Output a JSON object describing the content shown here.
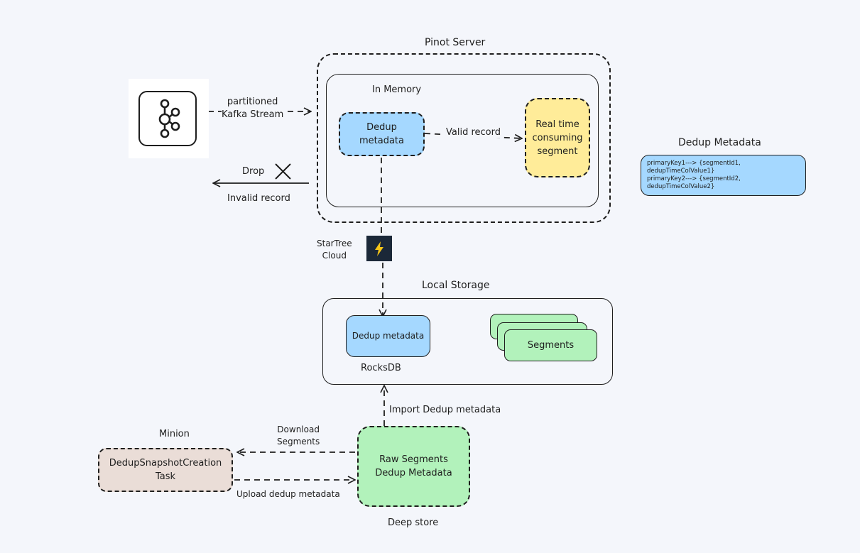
{
  "diagram": {
    "pinot_server": {
      "title": "Pinot Server"
    },
    "in_memory": {
      "title": "In Memory"
    },
    "dedup_metadata_mem": {
      "label": "Dedup\nmetadata"
    },
    "valid_record": {
      "label": "Valid record"
    },
    "realtime_segment": {
      "label": "Real time\nconsuming\nsegment"
    },
    "kafka_stream": {
      "label": "partitioned\nKafka Stream",
      "icon": "kafka-icon"
    },
    "drop": {
      "label": "Drop"
    },
    "invalid_record": {
      "label": "Invalid record"
    },
    "dedup_metadata_panel": {
      "title": "Dedup Metadata",
      "line1": "primaryKey1---> {segmentId1, dedupTimeColValue1}",
      "line2": "primaryKey2---> {segmentId2, dedupTimeColValue2}"
    },
    "startree": {
      "label": "StarTree\nCloud",
      "icon": "bolt-icon"
    },
    "local_storage": {
      "title": "Local Storage"
    },
    "dedup_metadata_disk": {
      "label": "Dedup metadata"
    },
    "rocksdb": {
      "label": "RocksDB"
    },
    "segments": {
      "label": "Segments"
    },
    "import_dedup": {
      "label": "Import Dedup metadata"
    },
    "minion": {
      "title": "Minion"
    },
    "dedup_task": {
      "label": "DedupSnapshotCreation\nTask"
    },
    "download_segments": {
      "label": "Download\nSegments"
    },
    "upload_dedup": {
      "label": "Upload dedup metadata"
    },
    "deep_store_box": {
      "label": "Raw Segments\nDedup Metadata"
    },
    "deep_store": {
      "title": "Deep store"
    }
  },
  "colors": {
    "background": "#f4f6fb",
    "blue": "#a5d8ff",
    "yellow": "#ffec99",
    "green": "#b2f2bb",
    "taupe": "#eaddd7",
    "ink": "#1e1e1e",
    "navy": "#1b2838",
    "bolt": "#f5c518"
  }
}
